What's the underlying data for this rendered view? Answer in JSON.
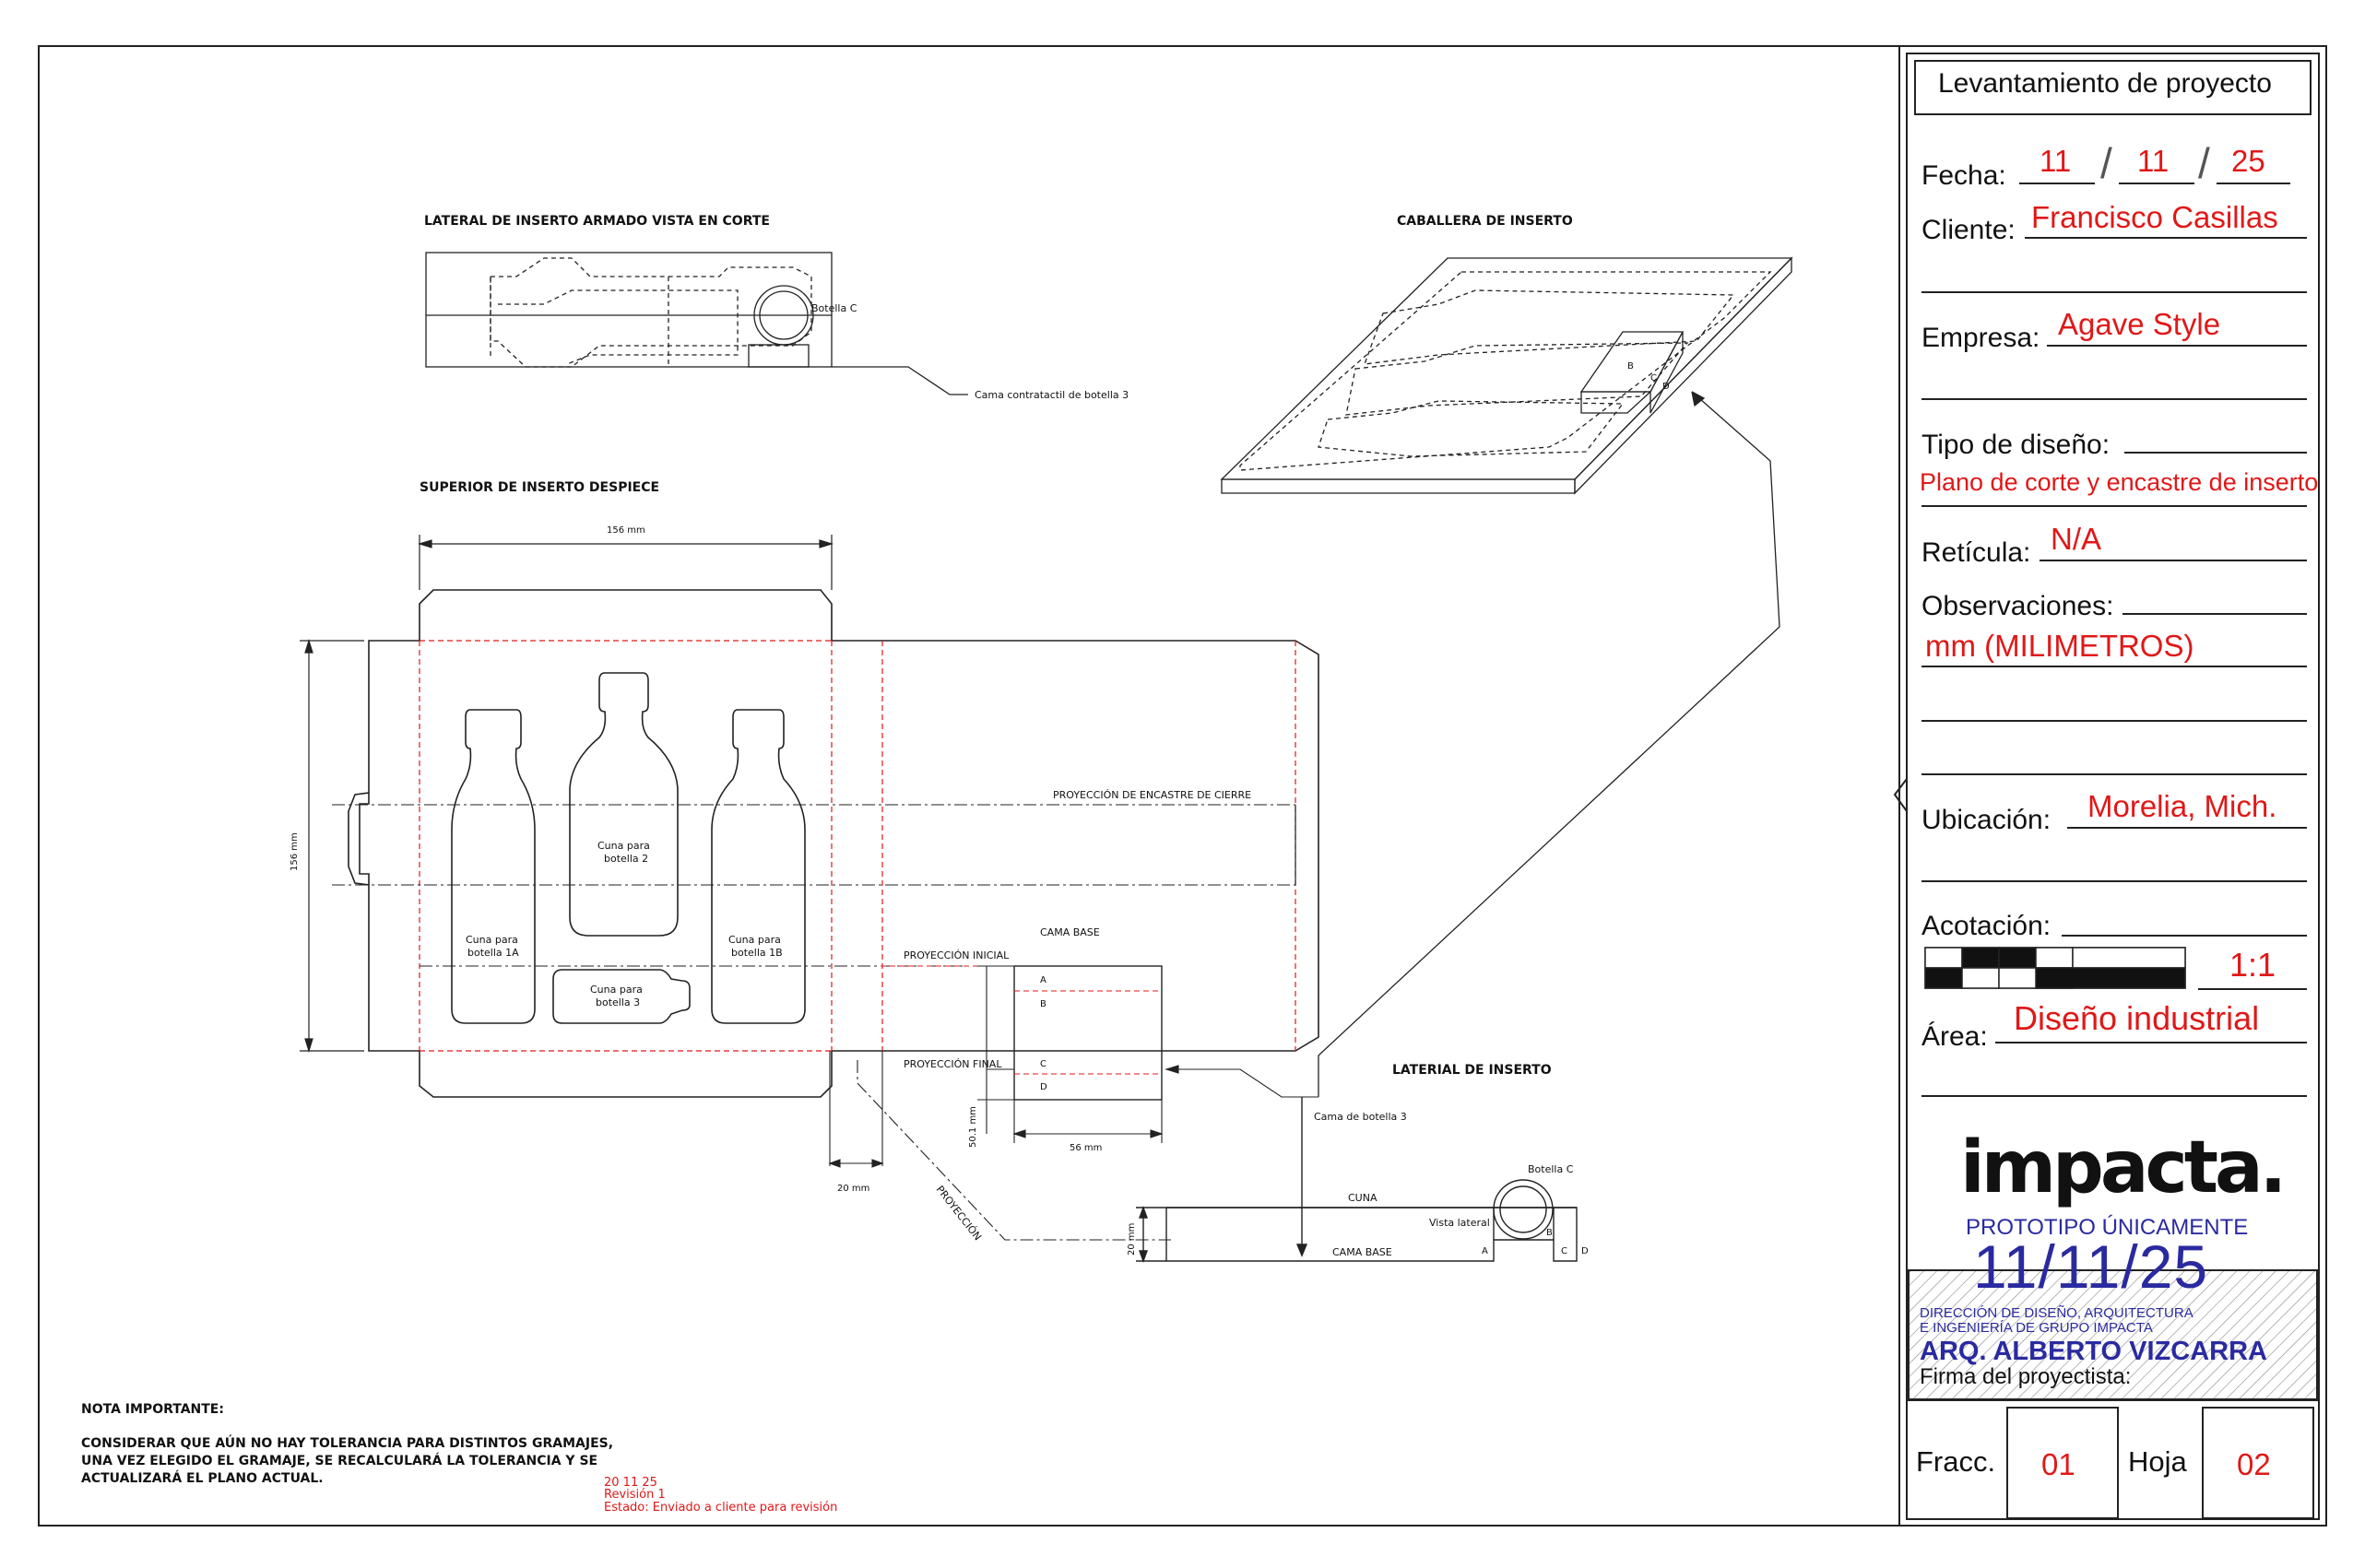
{
  "sections": {
    "lateral_corte": "LATERAL DE INSERTO ARMADO VISTA EN CORTE",
    "caballera": "CABALLERA DE INSERTO",
    "superior": "SUPERIOR DE INSERTO DESPIECE",
    "lateral": "LATERIAL DE INSERTO"
  },
  "labels": {
    "botella_c": "Botella C",
    "cama_contratactil": "Cama contratactil de botella 3",
    "cuna_1a": [
      "Cuna para",
      "botella 1A"
    ],
    "cuna_2": [
      "Cuna para",
      "botella 2"
    ],
    "cuna_1b": [
      "Cuna para",
      "botella 1B"
    ],
    "cuna_3": [
      "Cuna para",
      "botella 3"
    ],
    "proyeccion_cierre": "PROYECCIÓN DE ENCASTRE DE CIERRE",
    "cama_base": "CAMA BASE",
    "proyeccion_inicial": "PROYECCIÓN INICIAL",
    "proyeccion_final": "PROYECCIÓN FINAL",
    "proyeccion": "PROYECCIÓN",
    "cama_botella3": "Cama de botella 3",
    "cuna": "CUNA",
    "vista_lateral": "Vista lateral",
    "letters": [
      "A",
      "B",
      "C",
      "D"
    ]
  },
  "dimensions": {
    "width_top": "156 mm",
    "height_left": "156 mm",
    "base_height": "50.1 mm",
    "base_width": "56 mm",
    "flap": "20 mm",
    "lateral_height": "20 mm"
  },
  "note": {
    "title": "NOTA IMPORTANTE:",
    "lines": [
      "CONSIDERAR QUE AÚN NO HAY TOLERANCIA PARA DISTINTOS GRAMAJES,",
      "UNA VEZ ELEGIDO EL GRAMAJE, SE RECALCULARÁ LA TOLERANCIA Y SE",
      "ACTUALIZARÁ EL PLANO ACTUAL."
    ]
  },
  "revision": {
    "date": "20 11 25",
    "rev": "Revisión 1",
    "status": "Estado: Enviado a cliente para revisión"
  },
  "title_block": {
    "title": "Levantamiento de proyecto",
    "fecha_label": "Fecha:",
    "fecha_dd": "11",
    "fecha_mm": "11",
    "fecha_yy": "25",
    "cliente_label": "Cliente:",
    "cliente": "Francisco Casillas",
    "empresa_label": "Empresa:",
    "empresa": "Agave Style",
    "tipo_label": "Tipo de diseño:",
    "tipo": "Plano de corte y encastre de inserto",
    "reticula_label": "Retícula:",
    "reticula": "N/A",
    "obs_label": "Observaciones:",
    "obs": "mm (MILIMETROS)",
    "ubicacion_label": "Ubicación:",
    "ubicacion": "Morelia, Mich.",
    "acotacion_label": "Acotación:",
    "escala": "1:1",
    "area_label": "Área:",
    "area": "Diseño industrial",
    "logo": "impacta.",
    "prototipo": "PROTOTIPO ÚNICAMENTE",
    "stamp_date": "11/11/25",
    "stamp_l1": "DIRECCIÓN DE DISEÑO, ARQUITECTURA",
    "stamp_l2": "E INGENIERÍA DE GRUPO IMPACTA",
    "stamp_name": "ARQ. ALBERTO VIZCARRA",
    "firma_label": "Firma del proyectista:",
    "fracc_label": "Fracc.",
    "fracc": "01",
    "hoja_label": "Hoja",
    "hoja": "02"
  },
  "colors": {
    "red": "#e01818",
    "stamp_blue": "#2a2aa0",
    "line": "#222222"
  }
}
